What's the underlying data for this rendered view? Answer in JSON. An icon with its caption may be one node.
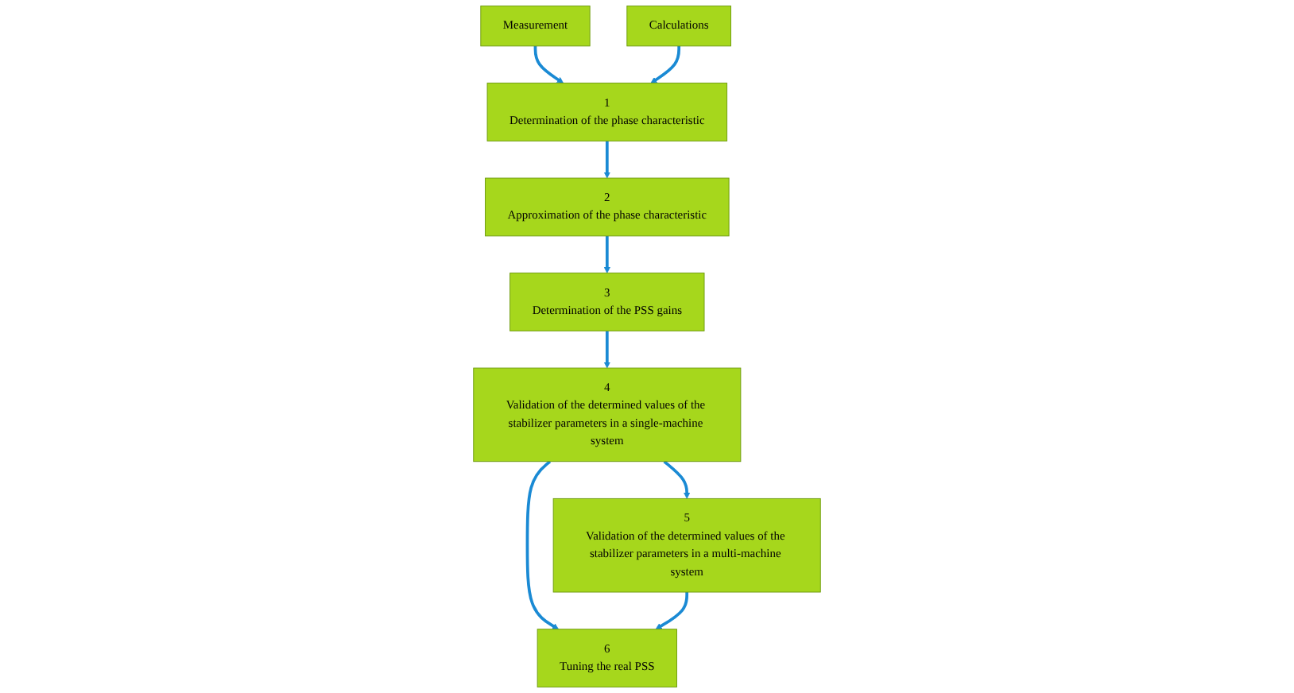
{
  "diagram": {
    "nodes": [
      {
        "text": [
          "1",
          "Determination of the phase characteristic"
        ]
      },
      {
        "text": [
          "Measurement"
        ]
      },
      {
        "text": [
          "Calculations"
        ]
      },
      {
        "text": [
          "2",
          "Approximation of the phase characteristic"
        ]
      },
      {
        "text": [
          "3",
          "Determination of the PSS gains"
        ]
      },
      {
        "text": [
          "4",
          "Validation of the determined values of the stabilizer parameters in a single-machine system"
        ]
      },
      {
        "text": [
          "5",
          "Validation of the determined values of the stabilizer parameters in a multi-machine system"
        ]
      },
      {
        "text": [
          "6",
          "Tuning the real PSS"
        ]
      }
    ],
    "edges": [
      {
        "from": 1,
        "to": 0,
        "arrow": "to"
      },
      {
        "from": 2,
        "to": 0,
        "arrow": "to"
      },
      {
        "from": 0,
        "to": 3,
        "arrow": "to"
      },
      {
        "from": 3,
        "to": 4,
        "arrow": "to"
      },
      {
        "from": 4,
        "to": 5,
        "arrow": "to"
      },
      {
        "from": 5,
        "to": 6,
        "arrow": "to"
      },
      {
        "from": 5,
        "to": 7,
        "arrow": "to"
      },
      {
        "from": 6,
        "to": 7,
        "arrow": "to"
      }
    ]
  }
}
